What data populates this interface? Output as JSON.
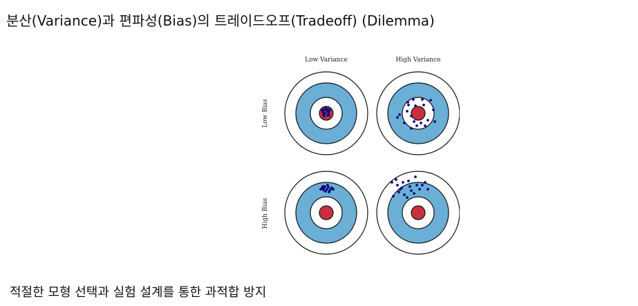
{
  "title": "분산(Variance)과 편파성(Bias)의 트레이드오프(Tradeoff) (Dilemma)",
  "figure": {
    "column_labels": [
      "Low Variance",
      "High Variance"
    ],
    "row_labels": [
      "Low Bias",
      "High Bias"
    ],
    "colors": {
      "ring_outer": "#ffffff",
      "ring_blue": "#6baed6",
      "ring_inner": "#ffffff",
      "bullseye": "#c8303f",
      "shot": "#0a0a80",
      "stroke": "#111111"
    }
  },
  "footer": "적절한 모형 선택과 실험 설계를 통한 과적합 방지"
}
